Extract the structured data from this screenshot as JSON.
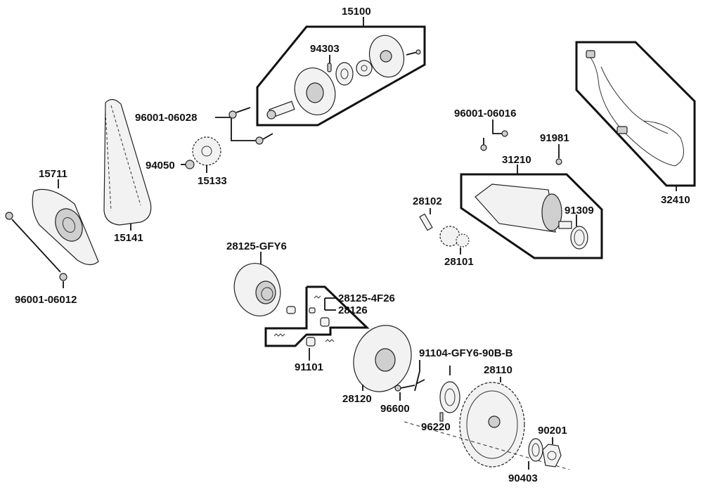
{
  "labels": {
    "p15100": "15100",
    "p94303": "94303",
    "p96001_06028": "96001-06028",
    "p94050": "94050",
    "p15133": "15133",
    "p15711": "15711",
    "p15141": "15141",
    "p96001_06012": "96001-06012",
    "p96001_06016": "96001-06016",
    "p91981": "91981",
    "p31210": "31210",
    "p28102": "28102",
    "p91309": "91309",
    "p28101": "28101",
    "p32410": "32410",
    "p28125_gfy6": "28125-GFY6",
    "p28125_4f26": "28125-4F26",
    "p28126": "28126",
    "p91101": "91101",
    "p91104": "91104-GFY6-90B-B",
    "p28110": "28110",
    "p28120": "28120",
    "p96600": "96600",
    "p96220": "96220",
    "p90201": "90201",
    "p90403": "90403"
  }
}
